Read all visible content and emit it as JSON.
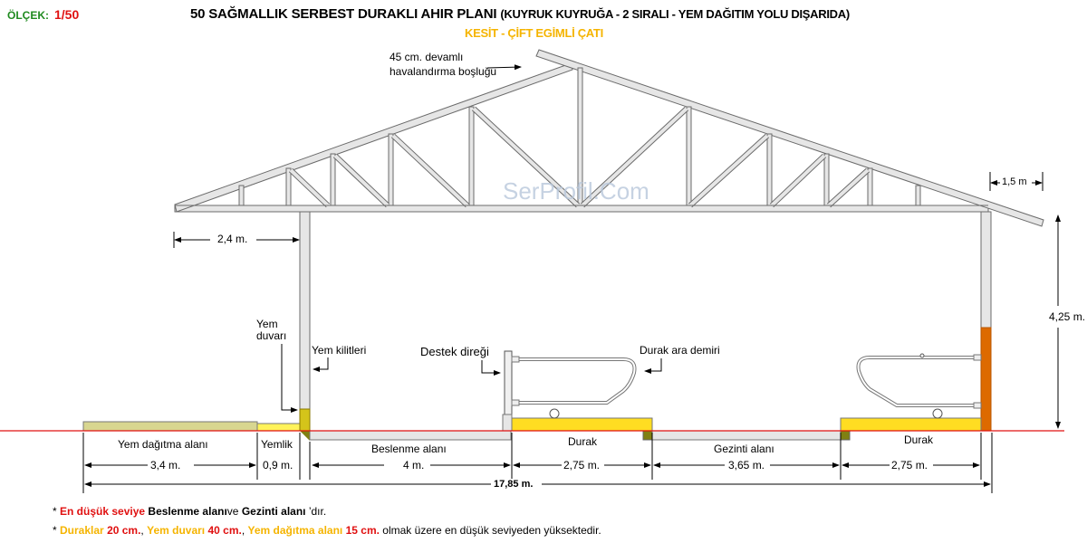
{
  "header": {
    "scale_label": "ÖLÇEK:",
    "scale_value": "1/50",
    "title": "50 SAĞMALLIK  SERBEST DURAKLI AHIR PLANI",
    "title_suffix": "(KUYRUK KUYRUĞA - 2 SIRALI - YEM DAĞITIM YOLU DIŞARIDA)",
    "subtitle": "KESİT - ÇİFT EGİMLİ ÇATI"
  },
  "watermark": "SerProfil.Com",
  "annotations": {
    "ventilation_line1": "45 cm. devamlı",
    "ventilation_line2": "havalandırma boşluğu",
    "eave_left": "2,4 m.",
    "eave_right": "1,5 m",
    "wall_height": "4,25 m.",
    "feed_wall_line1": "Yem",
    "feed_wall_line2": "duvarı",
    "feed_locks": "Yem kilitleri",
    "support_post": "Destek direği",
    "stall_divider": "Durak ara demiri"
  },
  "zones": [
    {
      "name": "Yem dağıtma alanı",
      "width": "3,4 m."
    },
    {
      "name": "Yemlik",
      "width": "0,9 m."
    },
    {
      "name": "Beslenme alanı",
      "width": "4 m."
    },
    {
      "name": "Durak",
      "width": "2,75 m."
    },
    {
      "name": "Gezinti alanı",
      "width": "3,65 m."
    },
    {
      "name": "Durak",
      "width": "2,75 m."
    }
  ],
  "total_width": "17,85 m.",
  "notes": {
    "line1": {
      "bullet": "*",
      "p1": "En düşük seviye",
      "p2": "Beslenme alanı",
      "p3": "ve",
      "p4": "Gezinti alanı",
      "p5": "’dır."
    },
    "line2": {
      "bullet": "*",
      "p1": "Duraklar",
      "p2": "20 cm.",
      "p3": ",",
      "p4": "Yem duvarı",
      "p5": "40 cm.",
      "p6": ",",
      "p7": "Yem dağıtma alanı",
      "p8": "15  cm.",
      "p9": "olmak üzere en düşük seviyeden yüksektedir."
    }
  },
  "colors": {
    "ground_line": "#e01010",
    "stall_fill": "#ffdd22",
    "feed_wall": "#d4c41a",
    "feed_area": "#d8d690",
    "feeder": "#fff35a",
    "steel": "#e6e6e6",
    "outer_post": "#dd6a00",
    "curb": "#808012"
  }
}
